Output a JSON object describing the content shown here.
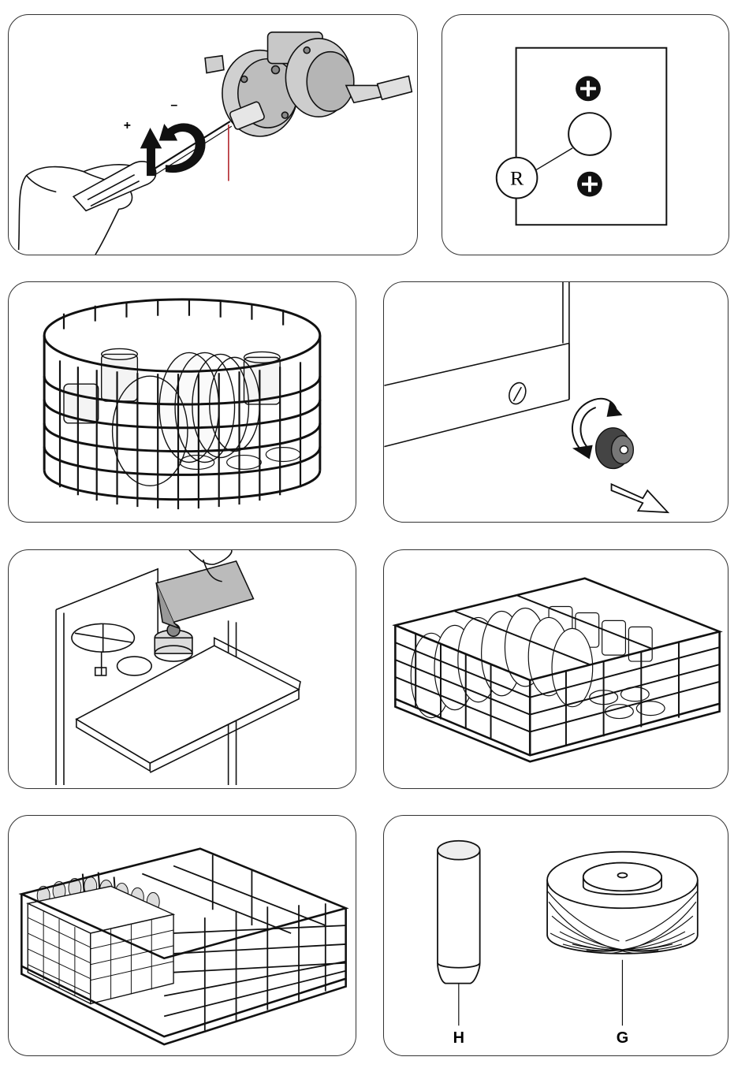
{
  "panel1": {
    "plus_sign": "+",
    "minus_sign": "–"
  },
  "panel2": {
    "r_label": "R"
  },
  "panel8": {
    "label_h": "H",
    "label_g": "G"
  },
  "colors": {
    "line": "#111111",
    "accent_red": "#b3262c",
    "panel_border": "#333333"
  }
}
